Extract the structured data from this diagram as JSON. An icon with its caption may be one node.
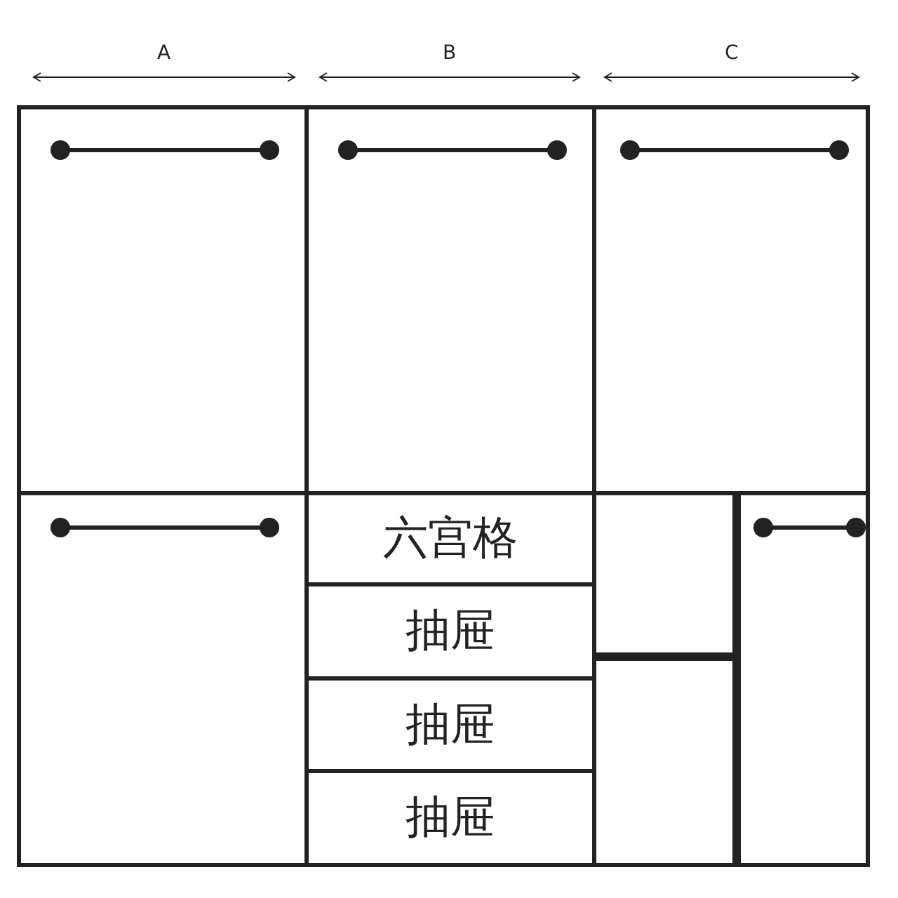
{
  "diagram": {
    "nodes": [
      {
        "text": [],
        "shape": "box"
      },
      {
        "text": [],
        "shape": "box",
        "in": 0
      },
      {
        "text": [],
        "shape": "box",
        "in": 0
      },
      {
        "text": [],
        "shape": "box",
        "in": 0
      },
      {
        "text": [],
        "shape": "box",
        "in": 0
      },
      {
        "text": [
          "六宫格"
        ],
        "in": 0
      },
      {
        "text": [
          "抽屉"
        ],
        "in": 0
      },
      {
        "text": [
          "抽屉"
        ],
        "in": 0
      },
      {
        "text": [
          "抽屉"
        ],
        "in": 0
      },
      {
        "text": [],
        "shape": "box",
        "in": 0
      },
      {
        "text": [],
        "shape": "box",
        "in": 0
      },
      {
        "text": [],
        "shape": "box",
        "in": 0
      }
    ],
    "edges": [],
    "labels": [
      "A",
      "B",
      "C"
    ]
  }
}
